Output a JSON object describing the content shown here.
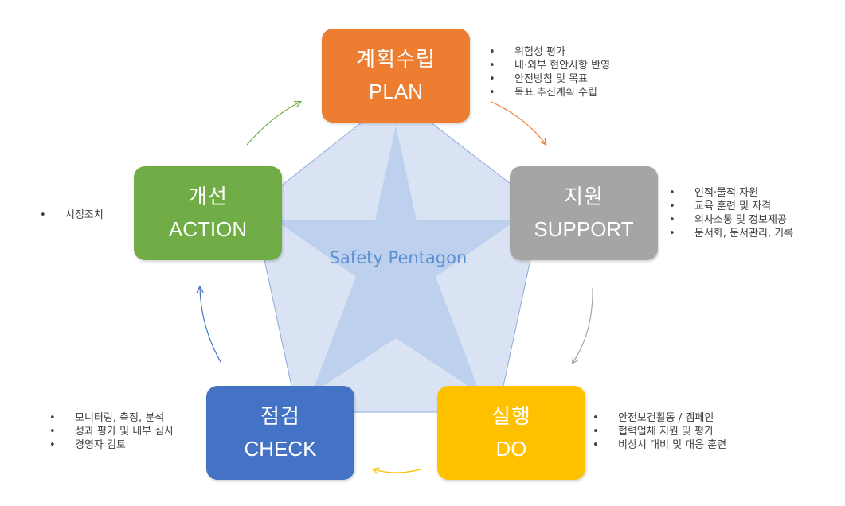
{
  "center_label": "Safety Pentagon",
  "colors": {
    "plan": "#ed7d31",
    "support": "#a5a5a5",
    "do": "#ffc000",
    "check": "#4472c4",
    "action": "#70ad47",
    "pentagon_fill": "#dae3f3",
    "star_fill": "#bdd0ee",
    "pentagon_stroke": "#8faadc"
  },
  "nodes": {
    "plan": {
      "title": "계획수립",
      "subtitle": "PLAN",
      "bullets": [
        "위험성 평가",
        "내·외부 현안사항 반영",
        "안전방침 및 목표",
        "목표 추진계획 수립"
      ]
    },
    "support": {
      "title": "지원",
      "subtitle": "SUPPORT",
      "bullets": [
        "인적·물적 자원",
        "교육 훈련 및 자격",
        "의사소통 및 정보제공",
        "문서화, 문서관리, 기록"
      ]
    },
    "do": {
      "title": "실행",
      "subtitle": "DO",
      "bullets": [
        "안전보건활동 / 캠페인",
        "협력업체 지원 및 평가",
        "비상시 대비 및 대응 훈련"
      ]
    },
    "check": {
      "title": "점검",
      "subtitle": "CHECK",
      "bullets": [
        "모니터링, 측정, 분석",
        "성과 평가 및 내부 심사",
        "경영자 검토"
      ]
    },
    "action": {
      "title": "개선",
      "subtitle": "ACTION",
      "bullets": [
        "시정조치"
      ]
    }
  },
  "bullet_glyph": "•"
}
